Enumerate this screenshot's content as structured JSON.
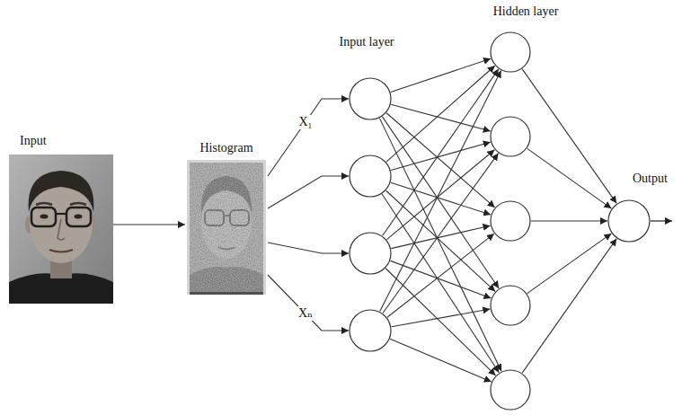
{
  "diagram": {
    "nodes": [
      {
        "text": [
          "Input"
        ]
      },
      {
        "text": [
          "Histogram"
        ]
      },
      {
        "text": []
      },
      {
        "text": []
      },
      {
        "text": []
      },
      {
        "text": []
      },
      {
        "text": []
      },
      {
        "text": []
      },
      {
        "text": []
      },
      {
        "text": []
      },
      {
        "text": []
      },
      {
        "text": [
          "Output"
        ]
      }
    ],
    "edges": [
      {
        "from": 0,
        "to": 1,
        "arrow": "to"
      },
      {
        "from": 1,
        "to": 2,
        "arrow": "to",
        "label": "X₁"
      },
      {
        "from": 1,
        "to": 3,
        "arrow": "to"
      },
      {
        "from": 1,
        "to": 4,
        "arrow": "to"
      },
      {
        "from": 1,
        "to": 5,
        "arrow": "to",
        "label": "Xₙ"
      },
      {
        "from": 2,
        "to": 6,
        "arrow": "to"
      },
      {
        "from": 2,
        "to": 7,
        "arrow": "to"
      },
      {
        "from": 2,
        "to": 8,
        "arrow": "to"
      },
      {
        "from": 2,
        "to": 9,
        "arrow": "to"
      },
      {
        "from": 2,
        "to": 10,
        "arrow": "to"
      },
      {
        "from": 3,
        "to": 6,
        "arrow": "to"
      },
      {
        "from": 3,
        "to": 7,
        "arrow": "to"
      },
      {
        "from": 3,
        "to": 8,
        "arrow": "to"
      },
      {
        "from": 3,
        "to": 9,
        "arrow": "to"
      },
      {
        "from": 3,
        "to": 10,
        "arrow": "to"
      },
      {
        "from": 4,
        "to": 6,
        "arrow": "to"
      },
      {
        "from": 4,
        "to": 7,
        "arrow": "to"
      },
      {
        "from": 4,
        "to": 8,
        "arrow": "to"
      },
      {
        "from": 4,
        "to": 9,
        "arrow": "to"
      },
      {
        "from": 4,
        "to": 10,
        "arrow": "to"
      },
      {
        "from": 5,
        "to": 6,
        "arrow": "to"
      },
      {
        "from": 5,
        "to": 7,
        "arrow": "to"
      },
      {
        "from": 5,
        "to": 8,
        "arrow": "to"
      },
      {
        "from": 5,
        "to": 9,
        "arrow": "to"
      },
      {
        "from": 5,
        "to": 10,
        "arrow": "to"
      },
      {
        "from": 6,
        "to": 11,
        "arrow": "to"
      },
      {
        "from": 7,
        "to": 11,
        "arrow": "to"
      },
      {
        "from": 8,
        "to": 11,
        "arrow": "to"
      },
      {
        "from": 9,
        "to": 11,
        "arrow": "to"
      },
      {
        "from": 10,
        "to": 11,
        "arrow": "to"
      }
    ],
    "labels": [
      "Input layer",
      "Hidden layer"
    ]
  }
}
